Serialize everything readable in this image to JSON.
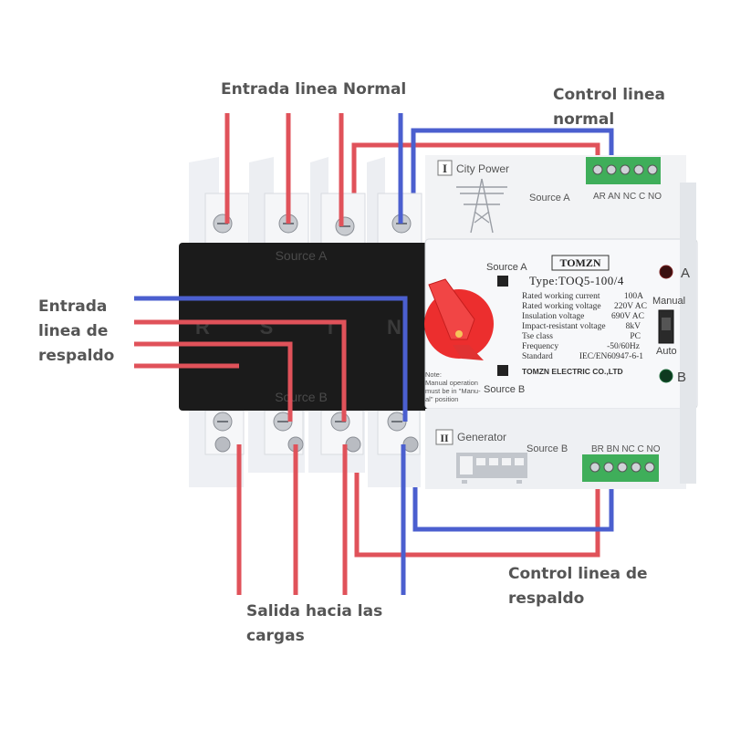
{
  "callouts": {
    "normal_input": "Entrada linea Normal",
    "normal_control_1": "Control linea",
    "normal_control_2": "normal",
    "backup_input_1": "Entrada",
    "backup_input_2": "linea de",
    "backup_input_3": "respaldo",
    "load_output_1": "Salida hacia las",
    "load_output_2": "cargas",
    "backup_control_1": "Control linea de",
    "backup_control_2": "respaldo"
  },
  "device": {
    "source_a_top": "Source A",
    "source_b_bottom": "Source B",
    "phase_labels": [
      "R",
      "S",
      "T",
      "N"
    ],
    "city_power_numeral": "I",
    "city_power": "City Power",
    "source_a_terminal": "Source A",
    "terminals_a": "AR AN NC C NO",
    "generator_numeral": "II",
    "generator": "Generator",
    "source_b_terminal": "Source B",
    "terminals_b": "BR BN NC C NO",
    "panel_source_a": "Source A",
    "panel_source_b": "Source B",
    "brand": "TOMZN",
    "type": "Type:TOQ5-100/4",
    "specs": [
      {
        "label": "Rated working current",
        "value": "100A"
      },
      {
        "label": "Rated working voltage",
        "value": "220V AC"
      },
      {
        "label": "Insulation voltage",
        "value": "690V AC"
      },
      {
        "label": "Impact-resistant voltage",
        "value": "8kV"
      },
      {
        "label": "Tse class",
        "value": "PC"
      },
      {
        "label": "Frequency",
        "value": "-50/60Hz"
      },
      {
        "label": "Standard",
        "value": "IEC/EN60947-6-1"
      }
    ],
    "manufacturer": "TOMZN ELECTRIC CO.,LTD",
    "note": [
      "Note:",
      "Manual operation",
      "must be in \"Manu-",
      "al\" position"
    ],
    "indicator_a": "A",
    "indicator_b": "B",
    "mode_manual": "Manual",
    "mode_auto": "Auto"
  },
  "colors": {
    "wire_red": "#e0525a",
    "wire_blue": "#4b5fcf",
    "terminal_green": "#3fae5a",
    "breaker_black": "#1b1b1b",
    "handle_red": "#ec2e2e"
  }
}
